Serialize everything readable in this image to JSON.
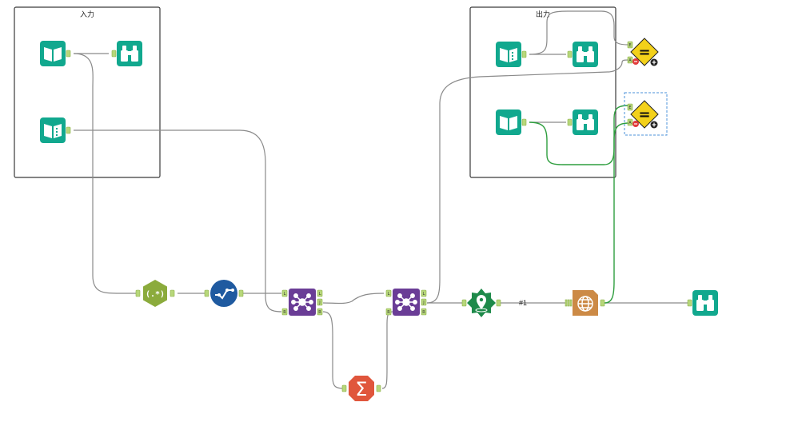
{
  "canvas": {
    "background": "#ffffff"
  },
  "containers": [
    {
      "id": "input-container",
      "title": "入力"
    },
    {
      "id": "output-container",
      "title": "出力"
    }
  ],
  "connection_labels": {
    "geo_to_web": "#1"
  },
  "tool_colors": {
    "input": "#11a88e",
    "browse": "#11a88e",
    "regex": "#8bab3c",
    "select": "#1f5aa0",
    "join": "#6a3d96",
    "summarize": "#e0563c",
    "geocode": "#1e8a4a",
    "web": "#cc8a46",
    "test": "#f3d11a"
  },
  "anchor_labels": {
    "left": "L",
    "join": "J",
    "right": "R",
    "expected": "E",
    "actual": "A"
  },
  "nodes": [
    {
      "id": "input-data-1",
      "kind": "input-data",
      "icon": "open-book-icon"
    },
    {
      "id": "browse-1",
      "kind": "browse",
      "icon": "binoculars-icon"
    },
    {
      "id": "text-input-1",
      "kind": "text-input",
      "icon": "book-list-icon"
    },
    {
      "id": "regex-1",
      "kind": "regex",
      "icon": "regex-icon",
      "glyph": "(.*)"
    },
    {
      "id": "select-1",
      "kind": "select",
      "icon": "checkmark-wave-icon"
    },
    {
      "id": "join-1",
      "kind": "join",
      "icon": "hub-icon"
    },
    {
      "id": "join-2",
      "kind": "join",
      "icon": "hub-icon"
    },
    {
      "id": "summarize-1",
      "kind": "summarize",
      "icon": "sigma-icon",
      "glyph": "Σ"
    },
    {
      "id": "geocode-1",
      "kind": "geocode",
      "icon": "map-pin-icon"
    },
    {
      "id": "web-1",
      "kind": "web",
      "icon": "globe-icon"
    },
    {
      "id": "browse-final",
      "kind": "browse",
      "icon": "binoculars-icon"
    },
    {
      "id": "text-input-2",
      "kind": "text-input",
      "icon": "book-list-icon"
    },
    {
      "id": "browse-2",
      "kind": "browse",
      "icon": "binoculars-icon"
    },
    {
      "id": "input-data-2",
      "kind": "input-data",
      "icon": "open-book-icon"
    },
    {
      "id": "browse-3",
      "kind": "browse",
      "icon": "binoculars-icon"
    },
    {
      "id": "test-1",
      "kind": "expect-equal",
      "icon": "equals-diamond-icon",
      "glyph": "="
    },
    {
      "id": "test-2",
      "kind": "expect-equal",
      "icon": "equals-diamond-icon",
      "glyph": "=",
      "selected": true
    }
  ],
  "edges": [
    {
      "from": "input-data-1",
      "to": "browse-1"
    },
    {
      "from": "input-data-1",
      "to": "regex-1"
    },
    {
      "from": "text-input-1",
      "to": "join-1",
      "port": "R"
    },
    {
      "from": "regex-1",
      "to": "select-1"
    },
    {
      "from": "select-1",
      "to": "join-1",
      "port": "L"
    },
    {
      "from": "join-1",
      "port_out": "J",
      "to": "join-2",
      "port": "L"
    },
    {
      "from": "join-1",
      "port_out": "R",
      "to": "summarize-1"
    },
    {
      "from": "summarize-1",
      "to": "join-2",
      "port": "R"
    },
    {
      "from": "join-2",
      "port_out": "J",
      "to": "geocode-1"
    },
    {
      "from": "join-2",
      "port_out": "J",
      "to": "test-1",
      "port": "A"
    },
    {
      "from": "geocode-1",
      "to": "web-1"
    },
    {
      "from": "web-1",
      "to": "browse-final"
    },
    {
      "from": "web-1",
      "to": "test-2",
      "port": "A",
      "color": "green"
    },
    {
      "from": "text-input-2",
      "to": "browse-2"
    },
    {
      "from": "text-input-2",
      "to": "test-1",
      "port": "E"
    },
    {
      "from": "input-data-2",
      "to": "browse-3"
    },
    {
      "from": "input-data-2",
      "to": "test-2",
      "port": "E",
      "color": "green"
    }
  ]
}
